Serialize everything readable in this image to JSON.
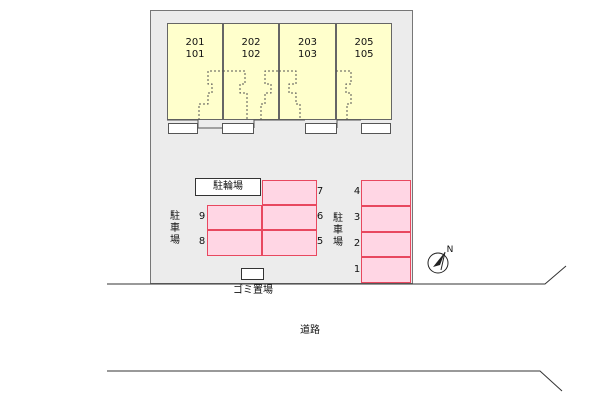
{
  "units": [
    {
      "upper": "201",
      "lower": "101"
    },
    {
      "upper": "202",
      "lower": "102"
    },
    {
      "upper": "203",
      "lower": "103"
    },
    {
      "upper": "205",
      "lower": "105"
    }
  ],
  "bicycle_parking": "駐輪場",
  "parking_label": "駐車場",
  "parking_numbers": [
    "1",
    "2",
    "3",
    "4",
    "5",
    "6",
    "7",
    "8",
    "9"
  ],
  "garbage": "ゴミ置場",
  "road": "道路",
  "compass_letter": "N",
  "colors": {
    "building": "#ffffcc",
    "parking_fill": "#ffd6e4",
    "parking_border": "#e8485f",
    "lot": "#ececec"
  }
}
